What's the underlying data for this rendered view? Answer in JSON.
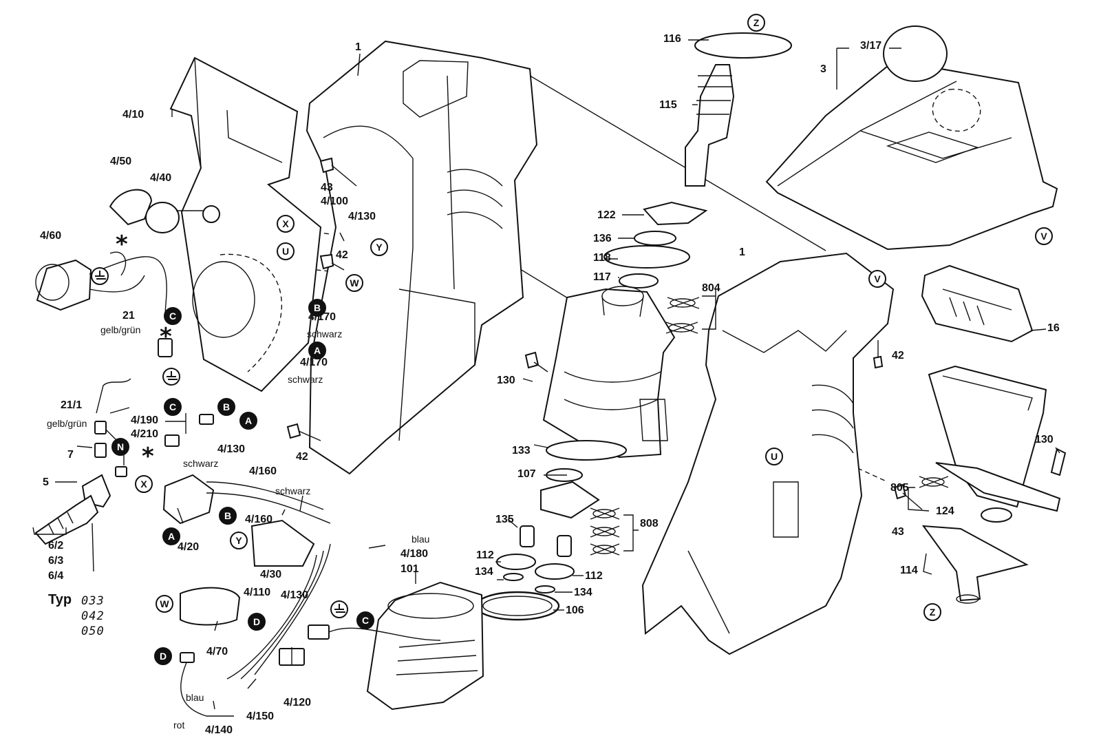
{
  "diagram": {
    "parts": [
      {
        "id": "1a",
        "text": "1"
      },
      {
        "id": "1b",
        "text": "1"
      },
      {
        "id": "3",
        "text": "3"
      },
      {
        "id": "3_17",
        "text": "3/17"
      },
      {
        "id": "4_10",
        "text": "4/10"
      },
      {
        "id": "4_50",
        "text": "4/50"
      },
      {
        "id": "4_40",
        "text": "4/40"
      },
      {
        "id": "4_60",
        "text": "4/60"
      },
      {
        "id": "21",
        "text": "21"
      },
      {
        "id": "43a",
        "text": "43"
      },
      {
        "id": "4_100",
        "text": "4/100"
      },
      {
        "id": "4_130a",
        "text": "4/130"
      },
      {
        "id": "42a",
        "text": "42"
      },
      {
        "id": "4_170a",
        "text": "4/170"
      },
      {
        "id": "4_170b",
        "text": "4/170"
      },
      {
        "id": "21_1",
        "text": "21/1"
      },
      {
        "id": "4_190",
        "text": "4/190"
      },
      {
        "id": "4_210",
        "text": "4/210"
      },
      {
        "id": "4_130b",
        "text": "4/130"
      },
      {
        "id": "7",
        "text": "7"
      },
      {
        "id": "5",
        "text": "5"
      },
      {
        "id": "4_160a",
        "text": "4/160"
      },
      {
        "id": "4_160b",
        "text": "4/160"
      },
      {
        "id": "4_20",
        "text": "4/20"
      },
      {
        "id": "6_2",
        "text": "6/2"
      },
      {
        "id": "6_3",
        "text": "6/3"
      },
      {
        "id": "6_4",
        "text": "6/4"
      },
      {
        "id": "typ",
        "text": "Typ"
      },
      {
        "id": "42b",
        "text": "42"
      },
      {
        "id": "4_180",
        "text": "4/180"
      },
      {
        "id": "4_30",
        "text": "4/30"
      },
      {
        "id": "4_110",
        "text": "4/110"
      },
      {
        "id": "4_130c",
        "text": "4/130"
      },
      {
        "id": "101",
        "text": "101"
      },
      {
        "id": "4_70",
        "text": "4/70"
      },
      {
        "id": "4_120",
        "text": "4/120"
      },
      {
        "id": "4_150",
        "text": "4/150"
      },
      {
        "id": "4_140",
        "text": "4/140"
      },
      {
        "id": "116",
        "text": "116"
      },
      {
        "id": "115",
        "text": "115"
      },
      {
        "id": "122",
        "text": "122"
      },
      {
        "id": "136",
        "text": "136"
      },
      {
        "id": "118",
        "text": "118"
      },
      {
        "id": "117",
        "text": "117"
      },
      {
        "id": "804",
        "text": "804"
      },
      {
        "id": "130a",
        "text": "130"
      },
      {
        "id": "133",
        "text": "133"
      },
      {
        "id": "107",
        "text": "107"
      },
      {
        "id": "135",
        "text": "135"
      },
      {
        "id": "808",
        "text": "808"
      },
      {
        "id": "112a",
        "text": "112"
      },
      {
        "id": "134a",
        "text": "134"
      },
      {
        "id": "112b",
        "text": "112"
      },
      {
        "id": "134b",
        "text": "134"
      },
      {
        "id": "106",
        "text": "106"
      },
      {
        "id": "42c",
        "text": "42"
      },
      {
        "id": "16",
        "text": "16"
      },
      {
        "id": "130b",
        "text": "130"
      },
      {
        "id": "805",
        "text": "805"
      },
      {
        "id": "124",
        "text": "124"
      },
      {
        "id": "43b",
        "text": "43"
      },
      {
        "id": "114",
        "text": "114"
      }
    ],
    "wire_labels": [
      {
        "id": "w1",
        "text": "gelb/grün"
      },
      {
        "id": "w2",
        "text": "schwarz"
      },
      {
        "id": "w3",
        "text": "schwarz"
      },
      {
        "id": "w4",
        "text": "gelb/grün"
      },
      {
        "id": "w5",
        "text": "schwarz"
      },
      {
        "id": "w6",
        "text": "schwarz"
      },
      {
        "id": "w7",
        "text": "blau"
      },
      {
        "id": "w8",
        "text": "blau"
      },
      {
        "id": "w9",
        "text": "rot"
      }
    ],
    "type_codes": [
      "033",
      "042",
      "050"
    ],
    "markers": [
      {
        "id": "m_z1",
        "text": "Z"
      },
      {
        "id": "m_v1",
        "text": "V"
      },
      {
        "id": "m_x1",
        "text": "X"
      },
      {
        "id": "m_u1",
        "text": "U"
      },
      {
        "id": "m_y1",
        "text": "Y"
      },
      {
        "id": "m_w1",
        "text": "W"
      },
      {
        "id": "m_b1",
        "text": "B"
      },
      {
        "id": "m_a1",
        "text": "A"
      },
      {
        "id": "m_c1",
        "text": "C"
      },
      {
        "id": "m_c2",
        "text": "C"
      },
      {
        "id": "m_b2",
        "text": "B"
      },
      {
        "id": "m_a2",
        "text": "A"
      },
      {
        "id": "m_n1",
        "text": "N"
      },
      {
        "id": "m_x2",
        "text": "X"
      },
      {
        "id": "m_b3",
        "text": "B"
      },
      {
        "id": "m_a3",
        "text": "A"
      },
      {
        "id": "m_y2",
        "text": "Y"
      },
      {
        "id": "m_w2",
        "text": "W"
      },
      {
        "id": "m_d1",
        "text": "D"
      },
      {
        "id": "m_d2",
        "text": "D"
      },
      {
        "id": "m_c3",
        "text": "C"
      },
      {
        "id": "m_v2",
        "text": "V"
      },
      {
        "id": "m_u2",
        "text": "U"
      },
      {
        "id": "m_z2",
        "text": "Z"
      }
    ],
    "symbols": {
      "star": "*"
    }
  }
}
